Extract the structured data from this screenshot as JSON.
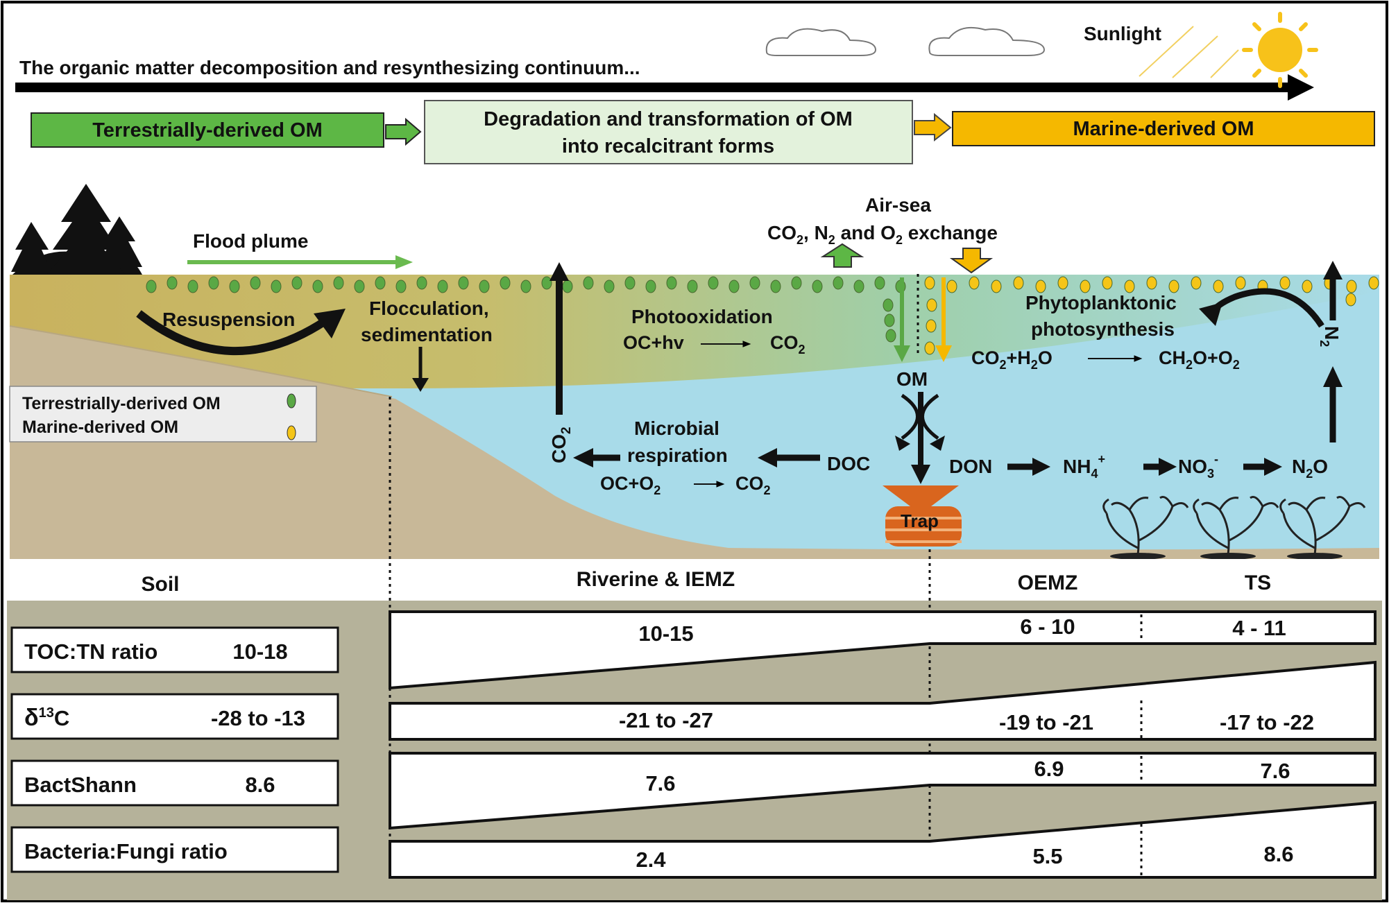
{
  "header": {
    "continuum_title": "The organic matter decomposition and resynthesizing continuum...",
    "sunlight": "Sunlight",
    "stages": [
      {
        "label": "Terrestrially-derived OM"
      },
      {
        "label_line1": "Degradation and transformation of OM",
        "label_line2": "into recalcitrant forms"
      },
      {
        "label": "Marine-derived OM"
      }
    ]
  },
  "process_labels": {
    "flood_plume": "Flood plume",
    "resuspension": "Resuspension",
    "flocculation_line1": "Flocculation,",
    "flocculation_line2": "sedimentation",
    "photooxidation": "Photooxidation",
    "photo_eq_left": "OC+hv",
    "photo_eq_right": "CO",
    "air_sea_line1": "Air-sea",
    "air_sea_co": "CO",
    "air_sea_n": ", N",
    "air_sea_and_o": " and O",
    "air_sea_exchange": " exchange",
    "phyto_line1": "Phytoplanktonic",
    "phyto_line2": "photosynthesis",
    "phyto_eq_left": "CO",
    "phyto_eq_h": "+H",
    "phyto_eq_o": "O",
    "phyto_eq_right_a": "CH",
    "phyto_eq_right_b": "O+O",
    "om": "OM",
    "doc": "DOC",
    "don": "DON",
    "nh4": "NH",
    "nh4_super": "+",
    "no3": "NO",
    "no3_super": "-",
    "n2o": "N",
    "n2o_o": "O",
    "n2": "N",
    "microbial_line1": "Microbial",
    "microbial_line2": "respiration",
    "micro_eq_left": "OC+O",
    "micro_eq_right": "CO",
    "co2_vertical": "CO",
    "trap": "Trap",
    "sub_2": "2",
    "sub_3": "3",
    "sub_4": "4"
  },
  "legend": {
    "items": [
      {
        "label": "Terrestrially-derived OM",
        "color": "#5aa845"
      },
      {
        "label": "Marine-derived OM",
        "color": "#f5c518"
      }
    ]
  },
  "zones": [
    "Soil",
    "Riverine & IEMZ",
    "OEMZ",
    "TS"
  ],
  "metrics": [
    {
      "name": "TOC:TN ratio",
      "soil": "10-18",
      "riverine": "10-15",
      "oemz": "6 - 10",
      "ts": "4 - 11"
    },
    {
      "name_symbol": "δ",
      "name_super": "13",
      "name_rest": "C",
      "soil": "-28 to -13",
      "riverine": "-21 to -27",
      "oemz": "-19 to -21",
      "ts": "-17 to -22"
    },
    {
      "name": "BactShann",
      "soil": "8.6",
      "riverine": "7.6",
      "oemz": "6.9",
      "ts": "7.6"
    },
    {
      "name": "Bacteria:Fungi ratio",
      "soil": "",
      "riverine": "2.4",
      "oemz": "5.5",
      "ts": "8.6"
    }
  ],
  "colors": {
    "terrestrial_green": "#5aa845",
    "degradation_fill": "#e3f2dc",
    "marine_orange": "#f5b800",
    "water": "#a8dbe9",
    "soil": "#c8b898",
    "table_bg": "#b5b29a"
  }
}
